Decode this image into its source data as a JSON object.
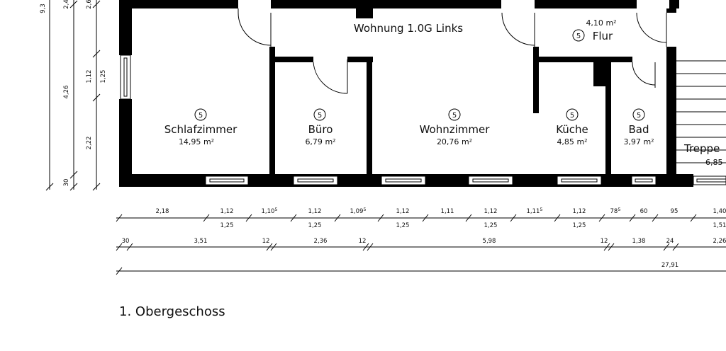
{
  "apartment_title": "Wohnung 1.0G Links",
  "floor_title": "1. Obergeschoss",
  "rooms": [
    {
      "tag": "5",
      "name": "Schlafzimmer",
      "area": "14,95",
      "unit": "m²"
    },
    {
      "tag": "5",
      "name": "Büro",
      "area": "6,79",
      "unit": "m²"
    },
    {
      "tag": "5",
      "name": "Wohnzimmer",
      "area": "20,76",
      "unit": "m²"
    },
    {
      "tag": "5",
      "name": "Küche",
      "area": "4,85",
      "unit": "m²"
    },
    {
      "tag": "5",
      "name": "Bad",
      "area": "3,97",
      "unit": "m²"
    },
    {
      "tag": "",
      "name": "Treppe",
      "area": "6,85",
      "unit": ""
    },
    {
      "tag": "5",
      "name": "Flur",
      "area": "4,10",
      "unit": "m²"
    }
  ],
  "dim_row1_top": [
    "2,18",
    "1,12",
    "1,10",
    "1,12",
    "1,09",
    "1,12",
    "1,11",
    "1,12",
    "1,11",
    "1,12",
    "78",
    "60",
    "95",
    "1,40"
  ],
  "dim_row1_sup": [
    "",
    "",
    "5",
    "",
    "5",
    "",
    "",
    "",
    "5",
    "",
    "5",
    "",
    "",
    ""
  ],
  "dim_row1_bottom": [
    "1,25",
    "1,25",
    "1,25",
    "1,25",
    "1,25",
    "1,51"
  ],
  "dim_row2": [
    "30",
    "3,51",
    "12",
    "2,36",
    "12",
    "5,98",
    "12",
    "1,38",
    "24",
    "2,26"
  ],
  "dim_row3": [
    "27,91"
  ],
  "vertical_dims": [
    "9,3",
    "4,26",
    "30",
    "2,6",
    "2,4",
    "1,12",
    "1,25",
    "2,22"
  ]
}
